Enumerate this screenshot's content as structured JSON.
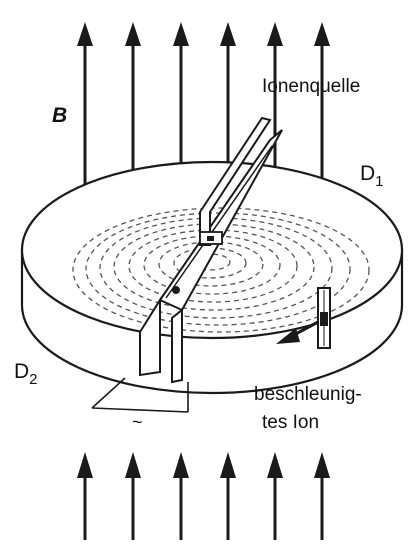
{
  "labels": {
    "field": "B",
    "ion_source": "Ionenquelle",
    "dee1_letter": "D",
    "dee1_index": "1",
    "dee2_letter": "D",
    "dee2_index": "2",
    "accelerated_ion_line1": "beschleunig-",
    "accelerated_ion_line2": "tes Ion",
    "ac_source": "~"
  },
  "colors": {
    "ink": "#1a1a1a",
    "background": "#ffffff",
    "orbit": "#555555"
  },
  "field_arrows": {
    "top_count": 6,
    "bottom_count": 6,
    "direction": "up"
  }
}
